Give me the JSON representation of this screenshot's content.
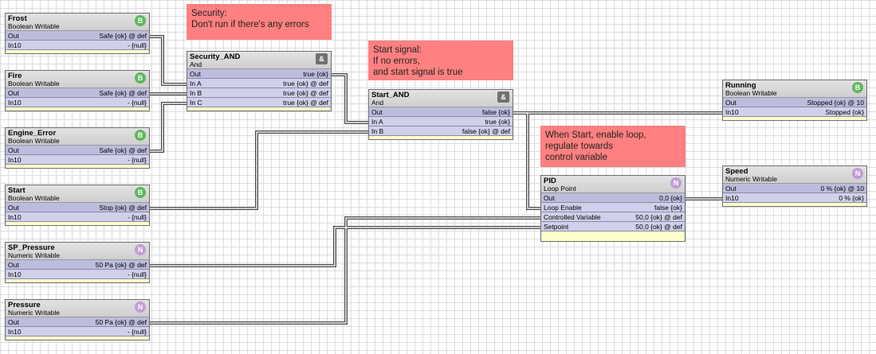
{
  "notes": {
    "security": [
      "Security:",
      "Don't run if there's any errors"
    ],
    "start": [
      "Start signal:",
      "If no errors,",
      "and start signal is true"
    ],
    "enable": [
      "When Start, enable loop,",
      "regulate towards",
      "control variable"
    ]
  },
  "blocks": {
    "frost": {
      "name": "Frost",
      "type": "Boolean Writable",
      "badge": "B",
      "slots": [
        {
          "label": "Out",
          "value": "Safe {ok} @ def"
        },
        {
          "label": "In10",
          "value": "- {null}"
        }
      ]
    },
    "fire": {
      "name": "Fire",
      "type": "Boolean Writable",
      "badge": "B",
      "slots": [
        {
          "label": "Out",
          "value": "Safe {ok} @ def"
        },
        {
          "label": "In10",
          "value": "- {null}"
        }
      ]
    },
    "engine_error": {
      "name": "Engine_Error",
      "type": "Boolean Writable",
      "badge": "B",
      "slots": [
        {
          "label": "Out",
          "value": "Safe {ok} @ def"
        },
        {
          "label": "In10",
          "value": "- {null}"
        }
      ]
    },
    "start": {
      "name": "Start",
      "type": "Boolean Writable",
      "badge": "B",
      "slots": [
        {
          "label": "Out",
          "value": "Stop {ok} @ def"
        },
        {
          "label": "In10",
          "value": "- {null}"
        }
      ]
    },
    "sp_pressure": {
      "name": "SP_Pressure",
      "type": "Numeric Writable",
      "badge": "N",
      "slots": [
        {
          "label": "Out",
          "value": "50 Pa {ok} @ def"
        },
        {
          "label": "In10",
          "value": "- {null}"
        }
      ]
    },
    "pressure": {
      "name": "Pressure",
      "type": "Numeric Writable",
      "badge": "N",
      "slots": [
        {
          "label": "Out",
          "value": "50 Pa {ok} @ def"
        },
        {
          "label": "In10",
          "value": "- {null}"
        }
      ]
    },
    "security_and": {
      "name": "Security_AND",
      "type": "And",
      "badge": "&",
      "slots": [
        {
          "label": "Out",
          "value": "true {ok}"
        },
        {
          "label": "In A",
          "value": "true {ok} @ def"
        },
        {
          "label": "In B",
          "value": "true {ok} @ def"
        },
        {
          "label": "In C",
          "value": "true {ok} @ def"
        }
      ]
    },
    "start_and": {
      "name": "Start_AND",
      "type": "And",
      "badge": "&",
      "slots": [
        {
          "label": "Out",
          "value": "false {ok}"
        },
        {
          "label": "In A",
          "value": "true {ok}"
        },
        {
          "label": "In B",
          "value": "false {ok} @ def"
        }
      ]
    },
    "pid": {
      "name": "PID",
      "type": "Loop Point",
      "badge": "N",
      "slots": [
        {
          "label": "Out",
          "value": "0,0 {ok}"
        },
        {
          "label": "Loop Enable",
          "value": "false {ok}"
        },
        {
          "label": "Controlled Variable",
          "value": "50,0 {ok} @ def"
        },
        {
          "label": "Setpoint",
          "value": "50,0 {ok} @ def"
        }
      ]
    },
    "running": {
      "name": "Running",
      "type": "Boolean Writable",
      "badge": "B",
      "slots": [
        {
          "label": "Out",
          "value": "Stopped {ok} @ 10"
        },
        {
          "label": "In10",
          "value": "Stopped {ok}"
        }
      ]
    },
    "speed": {
      "name": "Speed",
      "type": "Numeric Writable",
      "badge": "N",
      "slots": [
        {
          "label": "Out",
          "value": "0 % {ok} @ 10"
        },
        {
          "label": "In10",
          "value": "0 % {ok}"
        }
      ]
    }
  }
}
